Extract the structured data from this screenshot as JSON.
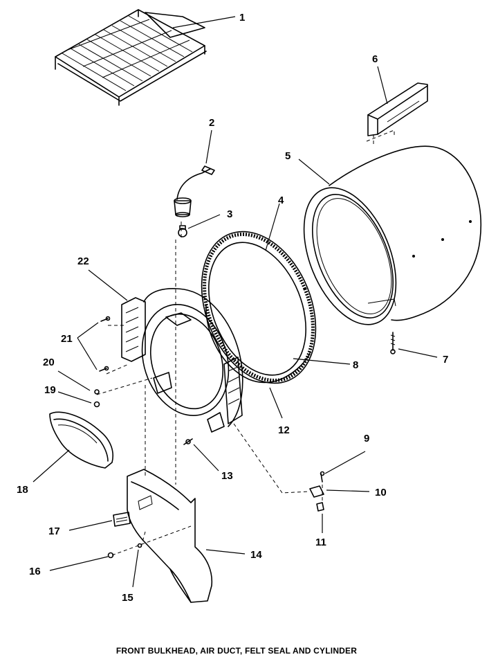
{
  "caption": "FRONT BULKHEAD, AIR DUCT, FELT SEAL AND CYLINDER",
  "callouts": {
    "n1": "1",
    "n2": "2",
    "n3": "3",
    "n4": "4",
    "n5": "5",
    "n6": "6",
    "n7": "7",
    "n8": "8",
    "n9": "9",
    "n10": "10",
    "n11": "11",
    "n12": "12",
    "n13": "13",
    "n14": "14",
    "n15": "15",
    "n16": "16",
    "n17": "17",
    "n18": "18",
    "n19": "19",
    "n20": "20",
    "n21": "21",
    "n22": "22"
  }
}
